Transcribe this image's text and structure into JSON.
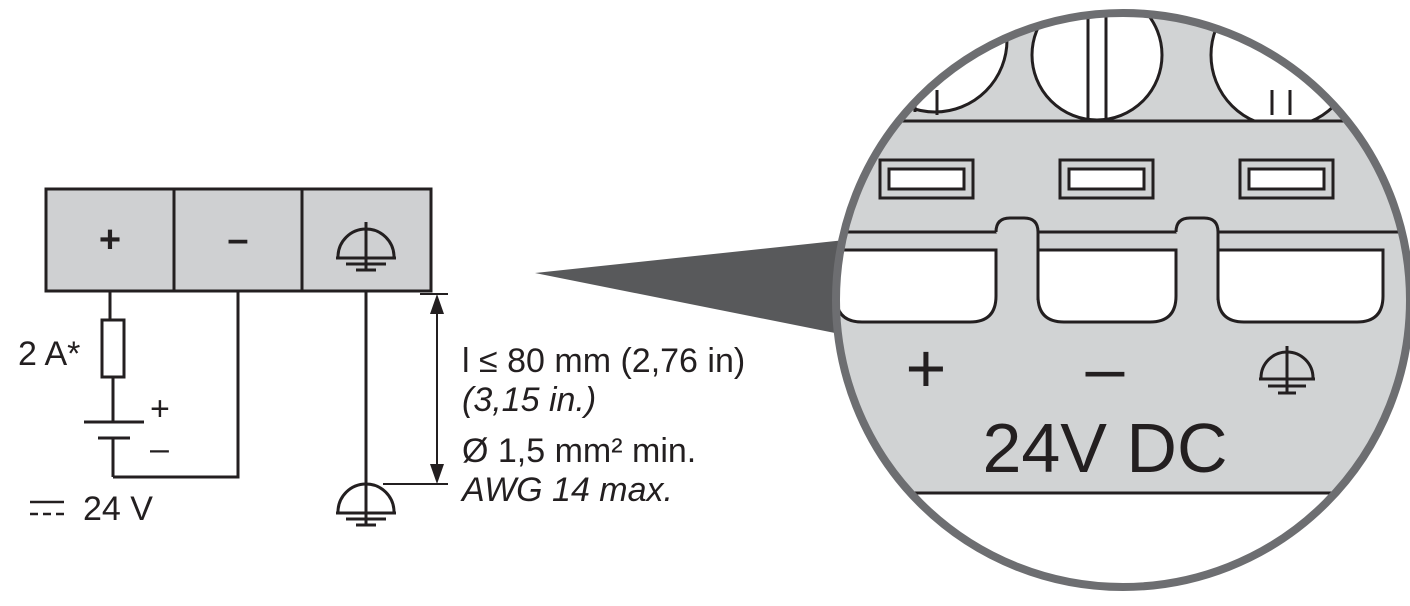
{
  "colors": {
    "terminal_fill": "#cfd0d2",
    "line": "#231f20",
    "connector_body": "#d1d3d4",
    "magnifier_ring": "#6d6e71",
    "pointer": "#58595b"
  },
  "terminal_block": {
    "plus": "+",
    "minus": "–"
  },
  "wiring": {
    "fuse_label": "2 A*",
    "battery_plus": "+",
    "battery_minus": "–",
    "supply_label": "24 V",
    "supply_symbol": "dc-voltage-icon",
    "length_line1": "l ≤ 80 mm (2,76 in)",
    "length_line2": "(3,15 in.)",
    "wire_line1": "Ø 1,5 mm² min.",
    "wire_line2": "AWG 14 max."
  },
  "connector_detail": {
    "plus": "+",
    "minus": "–",
    "rating": "24V DC"
  },
  "icons": [
    "ground-icon",
    "dc-voltage-icon",
    "fuse-icon",
    "battery-icon"
  ]
}
